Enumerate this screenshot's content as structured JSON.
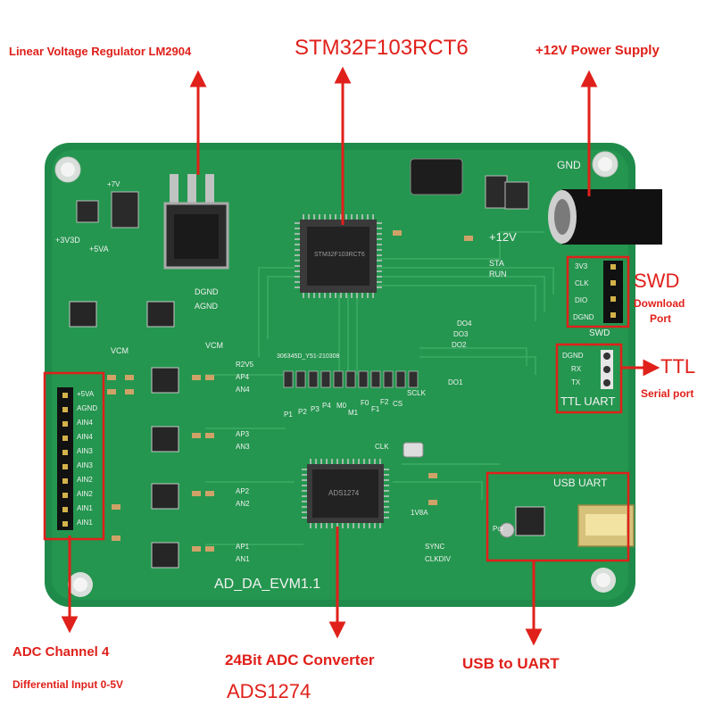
{
  "callouts": {
    "regulator": "Linear Voltage Regulator LM2904",
    "mcu": "STM32F103RCT6",
    "power": "+12V Power Supply",
    "swd_title": "SWD",
    "swd_sub1": "Download",
    "swd_sub2": "Port",
    "ttl_title": "TTL",
    "ttl_sub": "Serial port",
    "adc_channel": "ADC Channel 4",
    "adc_diff": "Differential Input 0-5V",
    "adc_conv": "24Bit ADC Converter",
    "adc_part": "ADS1274",
    "usb_uart": "USB to UART"
  },
  "board": {
    "name": "AD_DA_EVM1.1",
    "serial": "306345D_Y51-210308",
    "gnd": "GND",
    "v12": "+12V",
    "v7": "+7V",
    "v3v3d": "+3V3D",
    "v5va": "+5VA",
    "dgnd": "DGND",
    "agnd": "AGND",
    "vcm": "VCM",
    "vcm2": "VCM",
    "sta": "STA",
    "run": "RUN",
    "swd_pins": [
      "3V3",
      "CLK",
      "DIO",
      "DGND"
    ],
    "swd_label": "SWD",
    "ttl_pins": [
      "DGND",
      "RX",
      "TX"
    ],
    "ttl_uart": "TTL UART",
    "usb_uart": "USB UART",
    "do_labels": [
      "DO4",
      "DO3",
      "DO2"
    ],
    "do1": "DO1",
    "r2v5": "R2V5",
    "ap4": "AP4",
    "an4": "AN4",
    "ap3": "AP3",
    "an3": "AN3",
    "ap2": "AP2",
    "an2": "AN2",
    "ap1": "AP1",
    "an1": "AN1",
    "pins_row": [
      "P1",
      "P2",
      "P3",
      "P4",
      "M0",
      "M1",
      "F0",
      "F1",
      "F2",
      "CS"
    ],
    "sclk": "SCLK",
    "clk": "CLK",
    "v1v8a": "1V8A",
    "sync": "SYNC",
    "clkdiv": "CLKDIV",
    "pot": "Pot",
    "header_pins": [
      "+5VA",
      "AGND",
      "AIN4",
      "AIN4",
      "AIN3",
      "AIN3",
      "AIN2",
      "AIN2",
      "AIN1",
      "AIN1"
    ],
    "mcu_marking": "STM32F103RCT6",
    "adc_marking": "ADS1274"
  }
}
